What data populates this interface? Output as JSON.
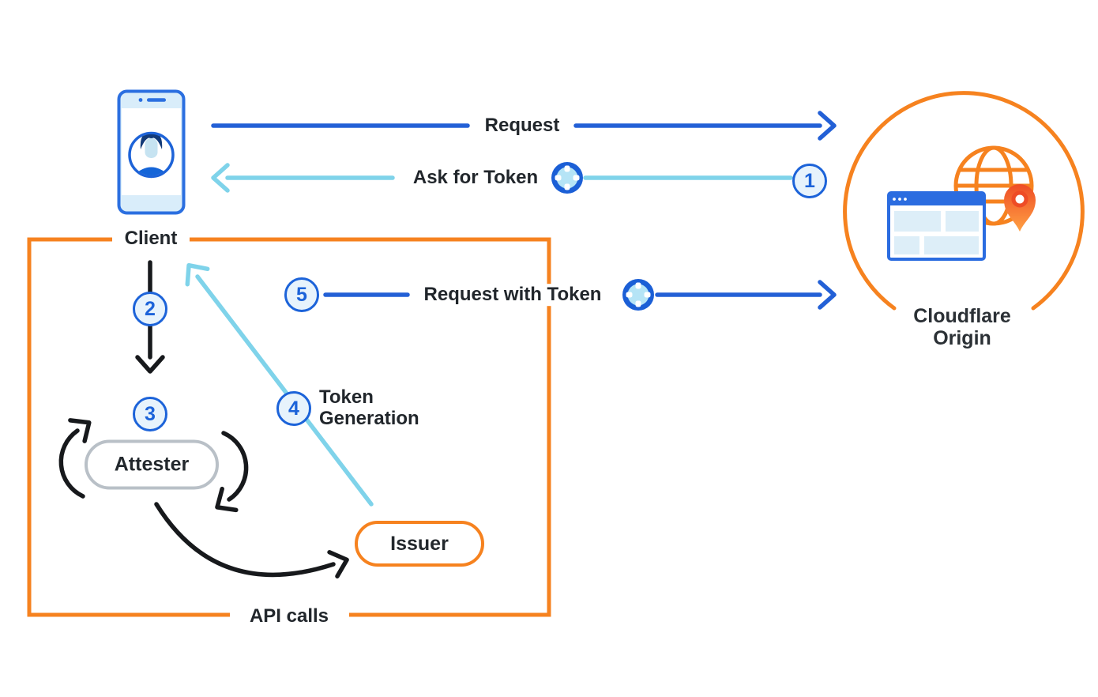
{
  "diagram": {
    "nodes": {
      "client": {
        "label": "Client",
        "icon": "smartphone-user-icon"
      },
      "cloudflare_origin": {
        "label": "Cloudflare Origin",
        "icon": "globe-browser-location-pin-icon"
      },
      "attester": {
        "label": "Attester"
      },
      "issuer": {
        "label": "Issuer"
      }
    },
    "flows": {
      "request": {
        "label": "Request"
      },
      "ask_for_token": {
        "label": "Ask for Token",
        "icon": "token-icon"
      },
      "request_with_token": {
        "label": "Request with Token",
        "icon": "token-icon"
      },
      "token_generation": {
        "label": "Token Generation"
      },
      "api_calls": {
        "label": "API calls"
      }
    },
    "steps": [
      {
        "number": "1"
      },
      {
        "number": "2"
      },
      {
        "number": "3"
      },
      {
        "number": "4"
      },
      {
        "number": "5"
      }
    ],
    "colors": {
      "arrow_blue": "#2360d6",
      "arrow_cyan": "#7fd3ea",
      "arrow_black": "#17191c",
      "cloudflare_orange": "#f6821f",
      "badge_border": "#1c63d9",
      "badge_fill": "#e7f3fc",
      "attester_border": "#b9c0c7",
      "text": "#21262b"
    }
  }
}
